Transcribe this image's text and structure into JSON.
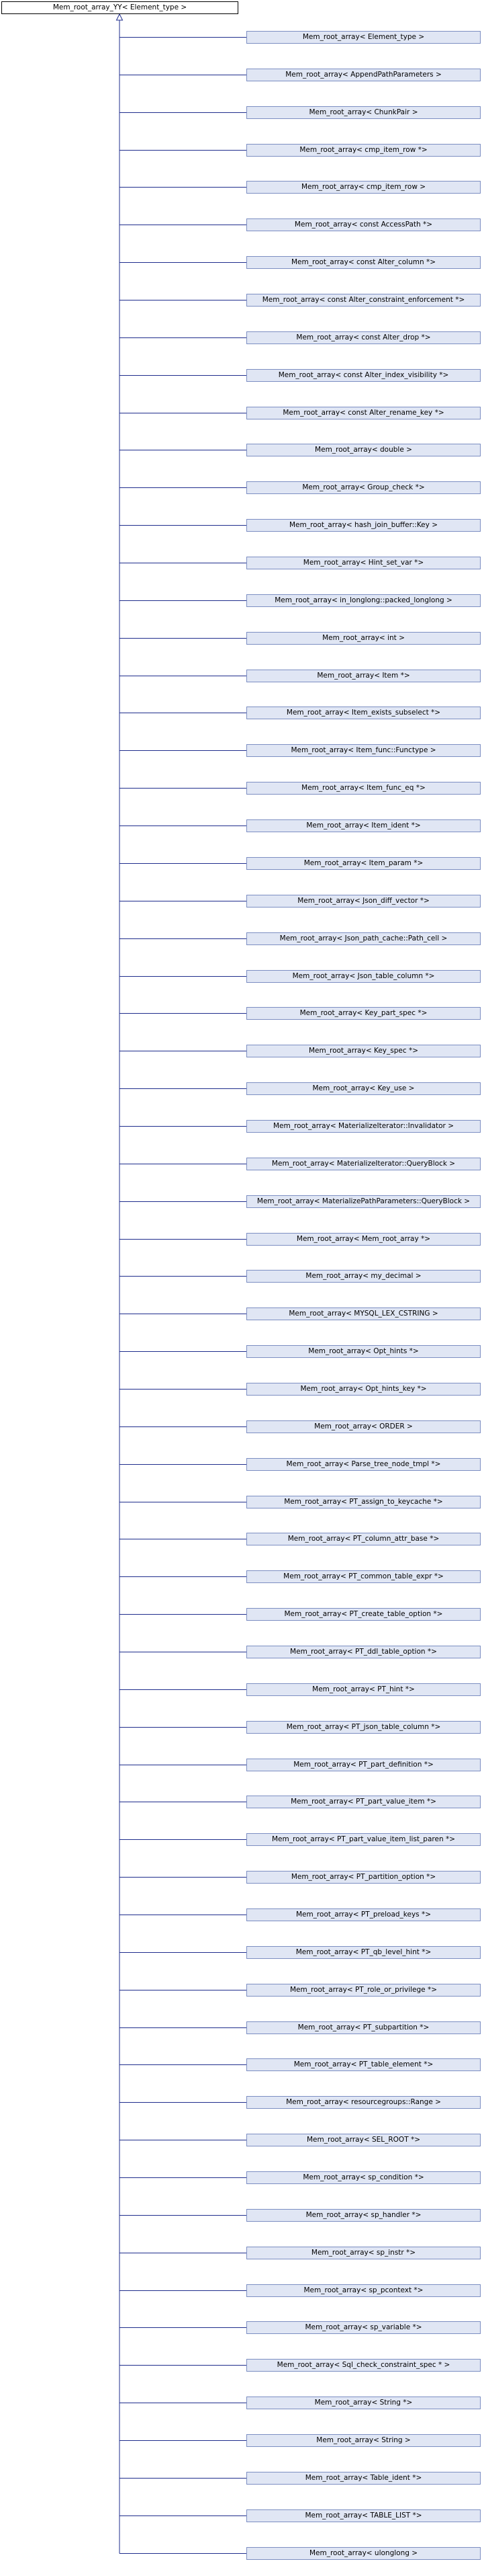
{
  "diagram": {
    "base_class": "Mem_root_array_YY< Element_type >",
    "edge_color": "#1f2d8c",
    "derived_fill": "#e0e6f4",
    "derived_border": "#7c8ec2",
    "derived_classes": [
      "Mem_root_array< Element_type >",
      "Mem_root_array< AppendPathParameters >",
      "Mem_root_array< ChunkPair >",
      "Mem_root_array< cmp_item_row *>",
      "Mem_root_array< cmp_item_row >",
      "Mem_root_array< const AccessPath *>",
      "Mem_root_array< const Alter_column *>",
      "Mem_root_array< const Alter_constraint_enforcement *>",
      "Mem_root_array< const Alter_drop *>",
      "Mem_root_array< const Alter_index_visibility *>",
      "Mem_root_array< const Alter_rename_key *>",
      "Mem_root_array< double >",
      "Mem_root_array< Group_check *>",
      "Mem_root_array< hash_join_buffer::Key >",
      "Mem_root_array< Hint_set_var *>",
      "Mem_root_array< in_longlong::packed_longlong >",
      "Mem_root_array< int >",
      "Mem_root_array< Item *>",
      "Mem_root_array< Item_exists_subselect *>",
      "Mem_root_array< Item_func::Functype >",
      "Mem_root_array< Item_func_eq *>",
      "Mem_root_array< Item_ident *>",
      "Mem_root_array< Item_param *>",
      "Mem_root_array< Json_diff_vector *>",
      "Mem_root_array< Json_path_cache::Path_cell >",
      "Mem_root_array< Json_table_column *>",
      "Mem_root_array< Key_part_spec *>",
      "Mem_root_array< Key_spec *>",
      "Mem_root_array< Key_use >",
      "Mem_root_array< MaterializeIterator::Invalidator >",
      "Mem_root_array< MaterializeIterator::QueryBlock >",
      "Mem_root_array< MaterializePathParameters::QueryBlock >",
      "Mem_root_array< Mem_root_array *>",
      "Mem_root_array< my_decimal >",
      "Mem_root_array< MYSQL_LEX_CSTRING >",
      "Mem_root_array< Opt_hints *>",
      "Mem_root_array< Opt_hints_key *>",
      "Mem_root_array< ORDER >",
      "Mem_root_array< Parse_tree_node_tmpl *>",
      "Mem_root_array< PT_assign_to_keycache *>",
      "Mem_root_array< PT_column_attr_base *>",
      "Mem_root_array< PT_common_table_expr *>",
      "Mem_root_array< PT_create_table_option *>",
      "Mem_root_array< PT_ddl_table_option *>",
      "Mem_root_array< PT_hint *>",
      "Mem_root_array< PT_json_table_column *>",
      "Mem_root_array< PT_part_definition *>",
      "Mem_root_array< PT_part_value_item *>",
      "Mem_root_array< PT_part_value_item_list_paren *>",
      "Mem_root_array< PT_partition_option *>",
      "Mem_root_array< PT_preload_keys *>",
      "Mem_root_array< PT_qb_level_hint *>",
      "Mem_root_array< PT_role_or_privilege *>",
      "Mem_root_array< PT_subpartition *>",
      "Mem_root_array< PT_table_element *>",
      "Mem_root_array< resourcegroups::Range >",
      "Mem_root_array< SEL_ROOT *>",
      "Mem_root_array< sp_condition *>",
      "Mem_root_array< sp_handler *>",
      "Mem_root_array< sp_instr *>",
      "Mem_root_array< sp_pcontext *>",
      "Mem_root_array< sp_variable *>",
      "Mem_root_array< Sql_check_constraint_spec * >",
      "Mem_root_array< String *>",
      "Mem_root_array< String >",
      "Mem_root_array< Table_ident *>",
      "Mem_root_array< TABLE_LIST *>",
      "Mem_root_array< ulonglong >"
    ]
  }
}
